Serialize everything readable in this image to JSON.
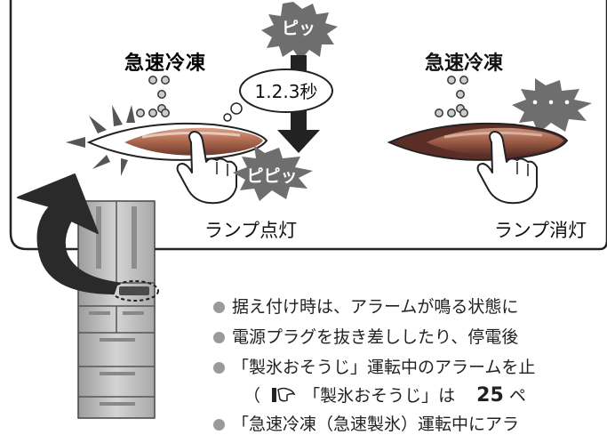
{
  "colors": {
    "starburst": "#6e6e6e",
    "lamp_on": "#b06b50",
    "lamp_dark": "#5a2e26",
    "fridge": "#b9b9b9",
    "bullet_dot": "#9a9a9a"
  },
  "left_panel": {
    "title": "急速冷凍",
    "lamp_caption": "ランプ点灯",
    "hold_time": "1.2.3秒",
    "beep_short": "ピッ",
    "beep_double": "ピピッ"
  },
  "right_panel": {
    "title": "急速冷凍",
    "lamp_caption": "ランプ消灯",
    "sound": "・・・"
  },
  "notes": [
    "据え付け時は、アラームが鳴る状態に",
    "電源プラグを抜き差ししたり、停電後",
    "「製氷おそうじ」運転中のアラームを止",
    "「急速冷凍（急速製氷）運転中にアラ"
  ],
  "reference": {
    "open_paren": "（",
    "icon": "book-reference-icon",
    "text": "「製氷おそうじ」は",
    "page": "25",
    "suffix": "ペ"
  }
}
